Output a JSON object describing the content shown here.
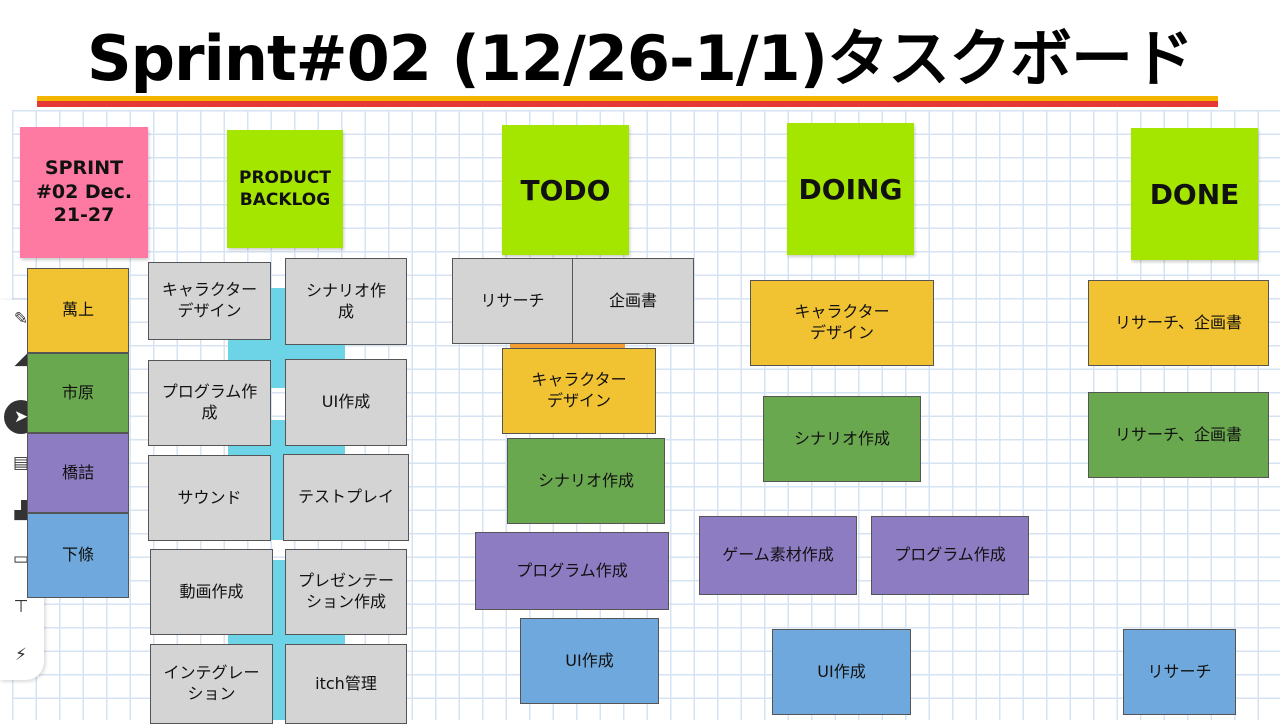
{
  "title": "Sprint#02 (12/26-1/1)タスクボード",
  "headers": {
    "sprint": "SPRINT #02 Dec. 21-27",
    "backlog": "PRODUCT BACKLOG",
    "todo": "TODO",
    "doing": "DOING",
    "done": "DONE"
  },
  "members": [
    "萬上",
    "市原",
    "橋詰",
    "下條"
  ],
  "backlog": [
    "キャラクター\nデザイン",
    "シナリオ作\n成",
    "プログラム作\n成",
    "UI作成",
    "サウンド",
    "テストプレイ",
    "動画作成",
    "プレゼンテー\nション作成",
    "インテグレー\nション",
    "itch管理"
  ],
  "todo": [
    "リサーチ",
    "企画書",
    "キャラクター\nデザイン",
    "シナリオ作成",
    "プログラム作成",
    "UI作成"
  ],
  "doing": [
    "キャラクター\nデザイン",
    "シナリオ作成",
    "ゲーム素材作成",
    "プログラム作成",
    "UI作成"
  ],
  "done": [
    "リサーチ、企画書",
    "リサーチ、企画書",
    "リサーチ"
  ],
  "colors": {
    "yellow": "#f1c232",
    "green": "#6aa84f",
    "purple": "#8e7cc3",
    "blue": "#6fa8dc",
    "gray": "#d4d4d4",
    "pink": "#ff7aa2",
    "lime": "#a4e600"
  }
}
